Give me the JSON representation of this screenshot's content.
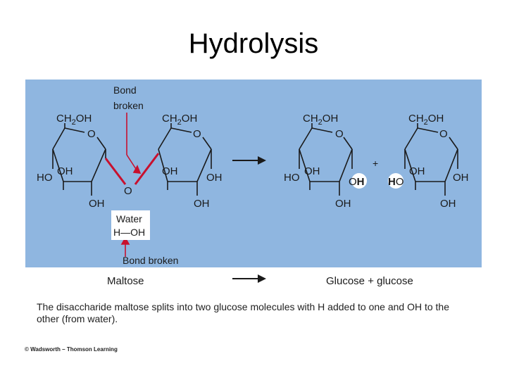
{
  "title": "Hydrolysis",
  "colors": {
    "panel": "#8fb6e0",
    "bond_red": "#c8102e",
    "ring": "#1a1a1a"
  },
  "labels": {
    "ch2oh": "CH",
    "ch2oh_sub": "2",
    "ch2oh_tail": "OH",
    "o": "O",
    "oh": "OH",
    "ho": "HO",
    "h": "H",
    "plus": "+",
    "bond_broken_top_line1": "Bond",
    "bond_broken_top_line2": "broken",
    "water_line1": "Water",
    "water_line2": "H—OH",
    "bond_broken_bottom": "Bond broken",
    "maltose": "Maltose",
    "products": "Glucose + glucose"
  },
  "caption": "The disaccharide maltose splits into two glucose molecules with H added to one and OH to the other (from water).",
  "copyright": "© Wadsworth – Thomson Learning"
}
